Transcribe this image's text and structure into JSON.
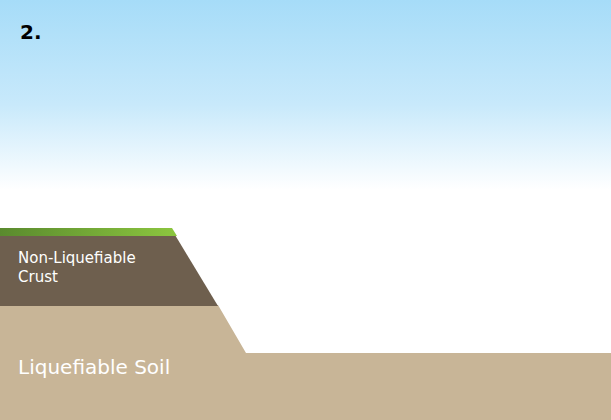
{
  "diagram": {
    "nodes": [
      {
        "text": [
          "Non-Liquefiable Crust"
        ]
      },
      {
        "text": [
          "Liquefiable Soil"
        ]
      }
    ],
    "labels": [
      "2."
    ]
  }
}
